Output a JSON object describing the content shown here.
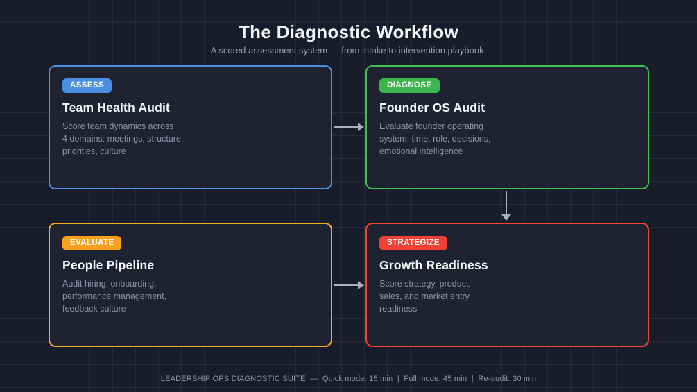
{
  "page": {
    "title": "The Diagnostic Workflow",
    "subtitle": "A scored assessment system — from intake to intervention playbook.",
    "background_color": "#191c2a",
    "grid_line_color": "#2a2f42"
  },
  "cards": [
    {
      "id": "assess",
      "badge": "ASSESS",
      "badge_color": "#4a90e2",
      "border_color": "#4a90e2",
      "title": "Team Health Audit",
      "description": "Score team dynamics across\n4 domains: meetings, structure,\npriorities, culture"
    },
    {
      "id": "diagnose",
      "badge": "DIAGNOSE",
      "badge_color": "#3cb54e",
      "border_color": "#3ebf52",
      "title": "Founder OS Audit",
      "description": "Evaluate founder operating\nsystem: time, role, decisions,\nemotional intelligence"
    },
    {
      "id": "evaluate",
      "badge": "EVALUATE",
      "badge_color": "#f9a11c",
      "border_color": "#f9a823",
      "title": "People Pipeline",
      "description": "Audit hiring, onboarding,\nperformance management,\nfeedback culture"
    },
    {
      "id": "strategize",
      "badge": "STRATEGIZE",
      "badge_color": "#ee4036",
      "border_color": "#ef4539",
      "title": "Growth Readiness",
      "description": "Score strategy, product,\nsales, and market entry\nreadiness"
    }
  ],
  "connectors": [
    {
      "from": "assess",
      "to": "diagnose",
      "direction": "right",
      "color": "#aab0bf"
    },
    {
      "from": "diagnose",
      "to": "strategize",
      "direction": "down",
      "color": "#aab0bf"
    },
    {
      "from": "evaluate",
      "to": "strategize",
      "direction": "right",
      "color": "#aab0bf"
    }
  ],
  "footer": {
    "text": "LEADERSHIP OPS DIAGNOSTIC SUITE  —  Quick mode: 15 min  |  Full mode: 45 min  |  Re-audit: 30 min"
  }
}
